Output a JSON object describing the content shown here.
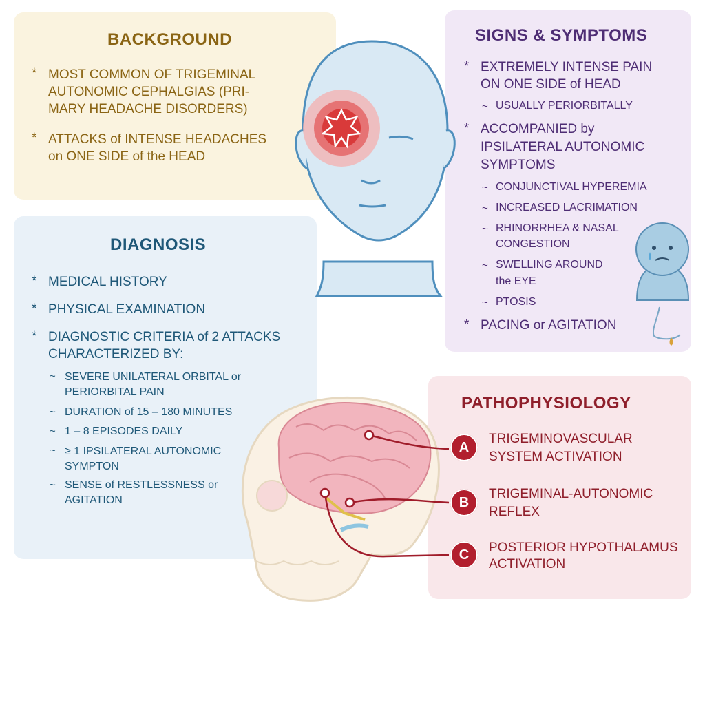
{
  "background": {
    "title": "BACKGROUND",
    "items": [
      {
        "lines": [
          "MOST COMMON of TRIGEMINAL",
          "AUTONOMIC CEPHALGIAS (PRI-",
          "MARY HEADACHE DISORDERS)"
        ]
      },
      {
        "lines": [
          "ATTACKS of INTENSE HEADACHES",
          "on ONE SIDE of the HEAD"
        ]
      }
    ]
  },
  "diagnosis": {
    "title": "DIAGNOSIS",
    "items": [
      "MEDICAL HISTORY",
      "PHYSICAL EXAMINATION"
    ],
    "criteria_lines": [
      "DIAGNOSTIC CRITERIA of 2 ATTACKS",
      "CHARACTERIZED BY:"
    ],
    "sub_items": [
      {
        "lines": [
          "SEVERE UNILATERAL ORBITAL or",
          "PERIORBITAL PAIN"
        ]
      },
      {
        "lines": [
          "DURATION of 15 – 180 MINUTES"
        ]
      },
      {
        "lines": [
          "1 – 8 EPISODES DAILY"
        ]
      },
      {
        "lines": [
          "≥ 1 IPSILATERAL AUTONOMIC",
          "SYMPTON"
        ]
      },
      {
        "lines": [
          "SENSE of RESTLESSNESS or",
          "AGITATION"
        ]
      }
    ]
  },
  "signs": {
    "title": "SIGNS & SYMPTOMS",
    "item1_lines": [
      "EXTREMELY INTENSE PAIN",
      "ON ONE SIDE of HEAD"
    ],
    "item1_sub": "USUALLY PERIORBITALLY",
    "item2_lines": [
      "ACCOMPANIED by",
      "IPSILATERAL AUTONOMIC",
      "SYMPTOMS"
    ],
    "item2_subs": [
      {
        "lines": [
          "CONJUNCTIVAL HYPEREMIA"
        ]
      },
      {
        "lines": [
          "INCREASED LACRIMATION"
        ]
      },
      {
        "lines": [
          "RHINORRHEA & NASAL",
          "CONGESTION"
        ]
      },
      {
        "lines": [
          "SWELLING AROUND",
          "the EYE"
        ]
      },
      {
        "lines": [
          "PTOSIS"
        ]
      }
    ],
    "item3": "PACING or AGITATION"
  },
  "pathophysiology": {
    "title": "PATHOPHYSIOLOGY",
    "items": [
      {
        "letter": "A",
        "lines": [
          "TRIGEMINOVASCULAR",
          "SYSTEM ACTIVATION"
        ]
      },
      {
        "letter": "B",
        "lines": [
          "TRIGEMINAL-AUTONOMIC",
          "REFLEX"
        ]
      },
      {
        "letter": "C",
        "lines": [
          "POSTERIOR HYPOTHALAMUS",
          "ACTIVATION"
        ]
      }
    ]
  },
  "colors": {
    "background": "#faf3df",
    "diagnosis": "#e9f1f8",
    "signs": "#f1e8f6",
    "pathophysiology": "#f9e7ea",
    "accent_red": "#b21f2e"
  },
  "icons": [
    "head-with-pain-icon",
    "crying-face-icon",
    "skull-brain-icon",
    "pain-star-icon",
    "nasal-drip-icon"
  ]
}
